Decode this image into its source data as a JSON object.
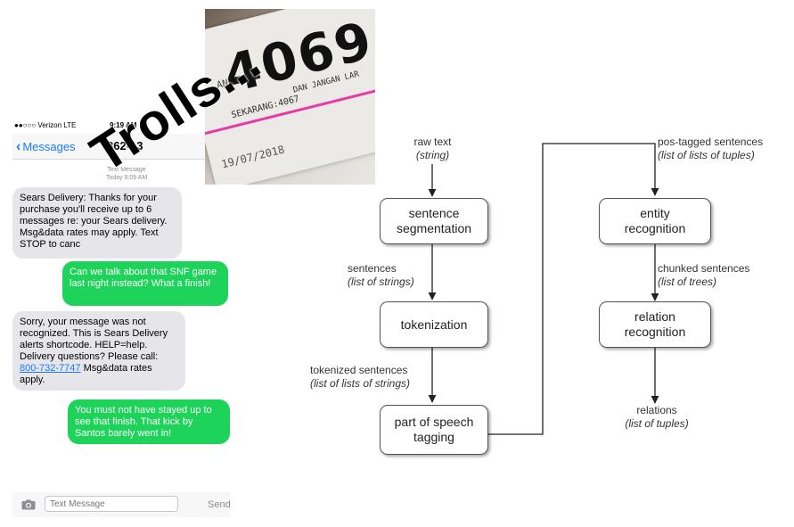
{
  "overlay": {
    "text": "Trolls..."
  },
  "phone": {
    "status": {
      "carrier": "●●○○○ Verizon  LTE",
      "time": "9:19 AM"
    },
    "nav": {
      "back": "Messages",
      "title": "862-13"
    },
    "meta": {
      "line1": "Text Message",
      "line2": "Today 9:09 AM"
    },
    "messages": [
      {
        "direction": "incoming",
        "text": "Sears Delivery: Thanks for your purchase you'll receive up to 6 messages re: your Sears delivery. Msg&data rates may apply. Text STOP to canc"
      },
      {
        "direction": "outgoing",
        "text": "Can we talk about that SNF game last night instead? What a finish!"
      },
      {
        "direction": "incoming",
        "text_before": "Sorry, your message was not recognized. This is Sears Delivery alerts shortcode. HELP=help. Delivery questions? Please call: ",
        "link": "800-732-7747",
        "text_after": " Msg&data rates apply."
      },
      {
        "direction": "outgoing",
        "text": "You must not have stayed up to see that finish. That kick by Santos barely went in!"
      }
    ],
    "input": {
      "placeholder": "Text Message",
      "send": "Send"
    }
  },
  "ticket": {
    "anda": "ANDA:",
    "number": "4069",
    "now_serving": "SEKARANG:4067",
    "note": "DAN JANGAN LAR",
    "date": "19/07/2018"
  },
  "diagram": {
    "nodes": {
      "sentence_segmentation": [
        "sentence",
        "segmentation"
      ],
      "tokenization": "tokenization",
      "pos_tagging": [
        "part of speech",
        "tagging"
      ],
      "entity_recognition": [
        "entity",
        "recognition"
      ],
      "relation_recognition": [
        "relation",
        "recognition"
      ]
    },
    "labels": {
      "raw_text": {
        "name": "raw text",
        "type": "string"
      },
      "sentences": {
        "name": "sentences",
        "type": "list of strings"
      },
      "tokenized": {
        "name": "tokenized sentences",
        "type": "list of lists of strings"
      },
      "pos_tagged": {
        "name": "pos-tagged sentences",
        "type": "list of lists of tuples"
      },
      "chunked": {
        "name": "chunked sentences",
        "type": "list of trees"
      },
      "relations": {
        "name": "relations",
        "type": "list of tuples"
      }
    },
    "colors": {
      "line": "#222222",
      "box_border": "#555555"
    }
  }
}
